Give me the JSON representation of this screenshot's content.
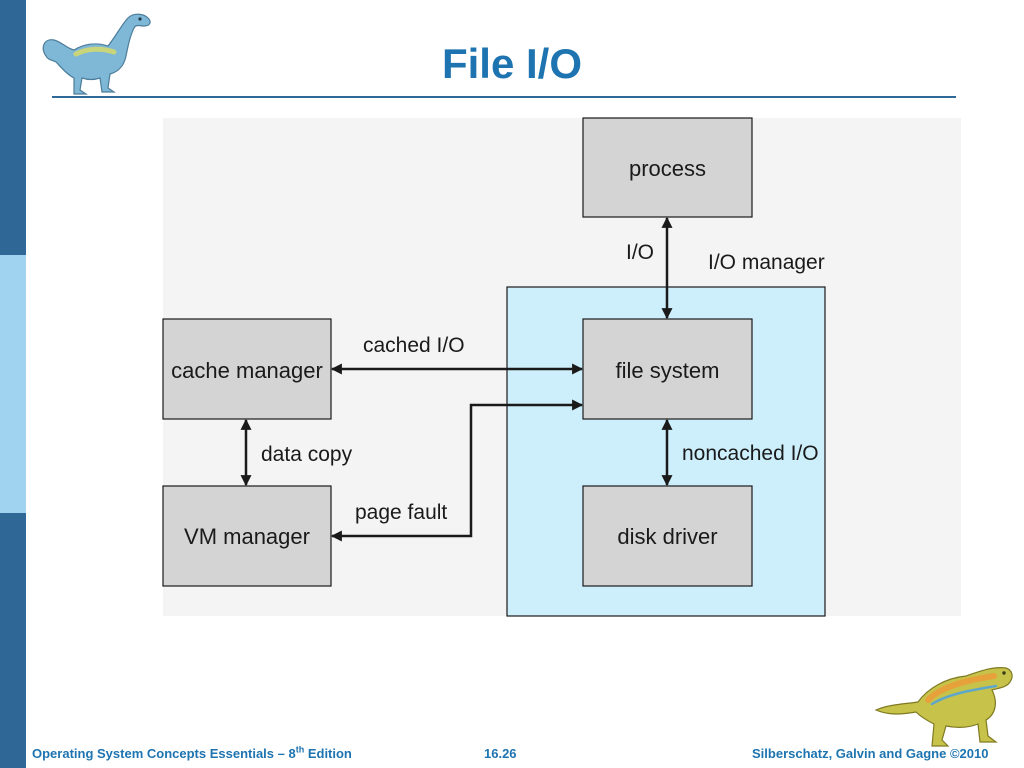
{
  "slide": {
    "title": "File I/O",
    "footer_left": "Operating System Concepts Essentials – 8",
    "footer_left_sup": "th",
    "footer_left_tail": " Edition",
    "footer_center": "16.26",
    "footer_right": "Silberschatz, Galvin and Gagne ©2010"
  },
  "diagram": {
    "nodes": {
      "process": "process",
      "file_system": "file system",
      "disk_driver": "disk driver",
      "cache_manager": "cache manager",
      "vm_manager": "VM manager"
    },
    "region_label": "I/O manager",
    "edges": {
      "io": "I/O",
      "cached_io": "cached I/O",
      "noncached_io": "noncached I/O",
      "data_copy": "data copy",
      "page_fault": "page fault"
    }
  },
  "colors": {
    "accent": "#1d74b0",
    "sidebar": "#2f6796",
    "sidebar_light": "#9fd3f0",
    "node_fill": "#d4d4d4",
    "region_fill": "#cdeefb"
  },
  "icons": {
    "top_left": "dinosaur-icon",
    "bottom_right": "dinosaur-icon"
  }
}
